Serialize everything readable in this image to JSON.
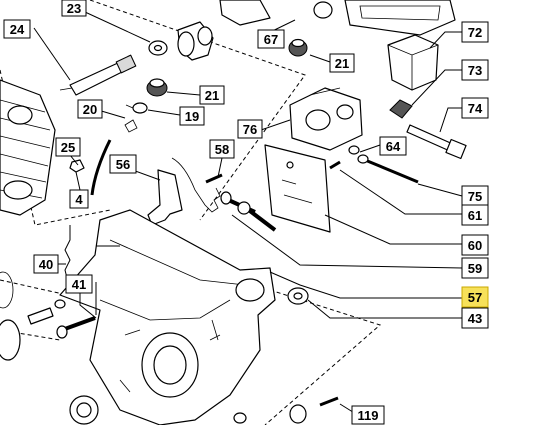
{
  "labels": {
    "l23": "23",
    "l24": "24",
    "l67": "67",
    "l72": "72",
    "l21a": "21",
    "l21b": "21",
    "l73": "73",
    "l20": "20",
    "l19": "19",
    "l74": "74",
    "l76": "76",
    "l64": "64",
    "l25": "25",
    "l56": "56",
    "l58": "58",
    "l4": "4",
    "l75": "75",
    "l61": "61",
    "l60": "60",
    "l40": "40",
    "l59": "59",
    "l41": "41",
    "l57": "57",
    "l43": "43",
    "l119": "119"
  },
  "highlight_color": "#f7e15a"
}
